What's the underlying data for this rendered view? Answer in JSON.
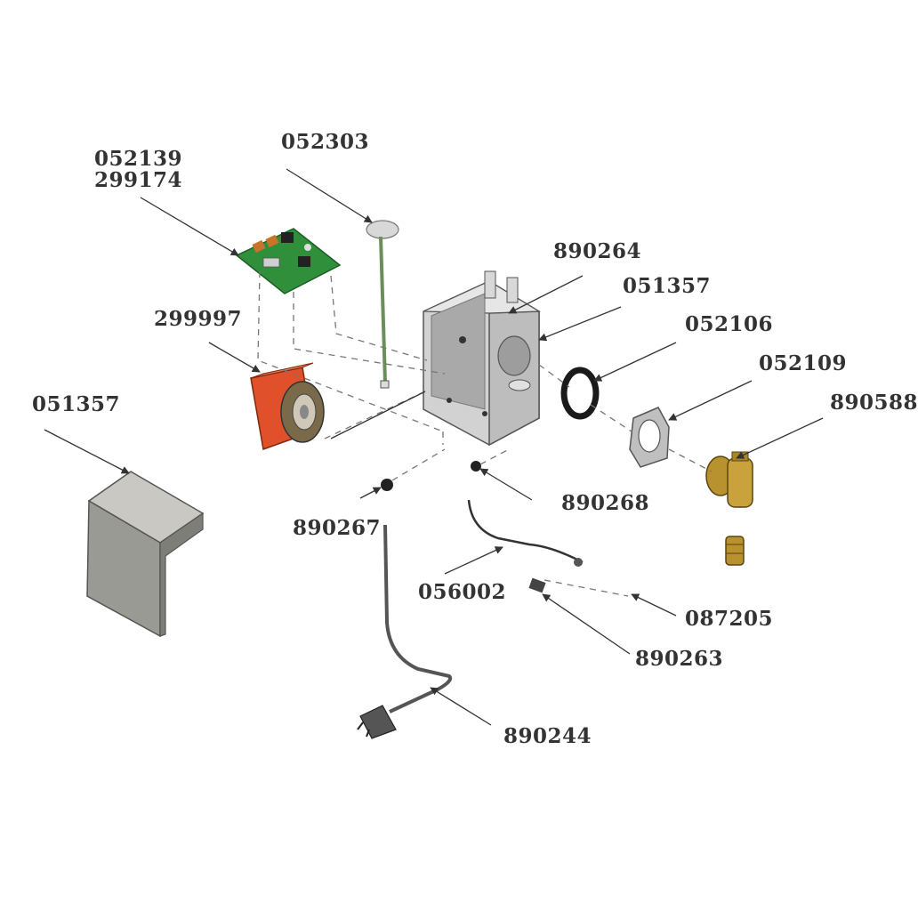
{
  "parts": {
    "pcb_line1": "052139",
    "pcb_line2": "299174",
    "probe": "052303",
    "bracket": "890264",
    "housing": "051357",
    "gasket": "052106",
    "flange": "052109",
    "valve": "890588",
    "motor": "299997",
    "cover": "051357",
    "grommet_left": "890267",
    "grommet_right": "890268",
    "sensor_cable": "056002",
    "cable_tie": "087205",
    "connector": "890263",
    "power_cord": "890244"
  },
  "colors": {
    "pcb": "#2f8f3a",
    "motor": "#e0502a",
    "housing": "#bdbdbd",
    "cover": "#9a9a94",
    "brass": "#b8922e",
    "leader": "#333333"
  }
}
